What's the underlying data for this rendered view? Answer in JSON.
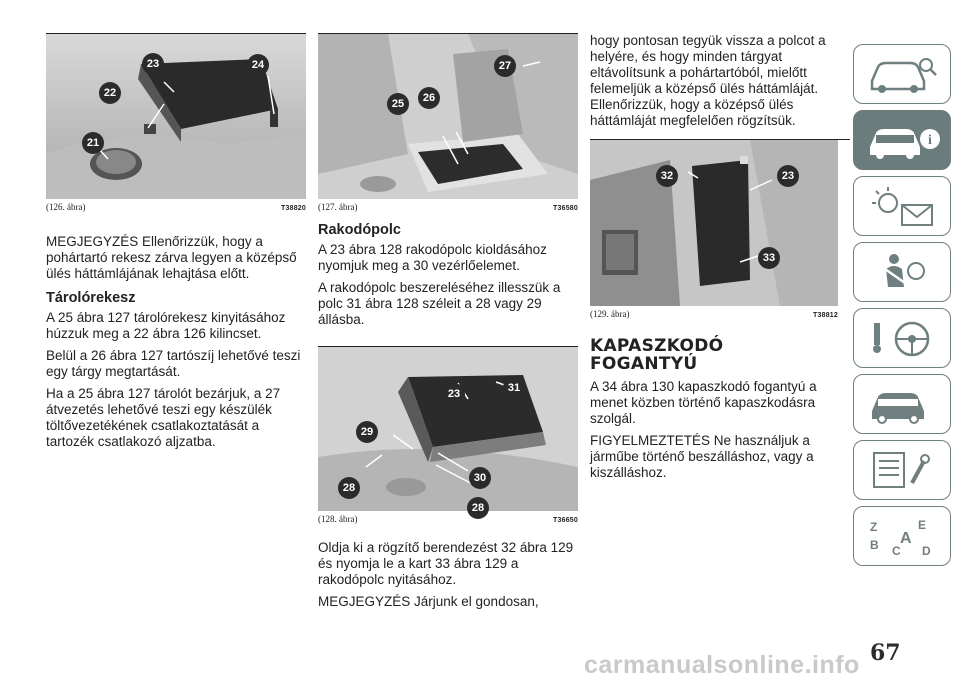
{
  "col1": {
    "fig126": {
      "caption": "(126. ábra)",
      "code": "T38820",
      "callouts": [
        "21",
        "22",
        "23",
        "24"
      ]
    },
    "note": "MEGJEGYZÉS Ellenőrizzük, hogy a pohártartó rekesz zárva legyen a középső ülés háttámlájának lehajtása előtt.",
    "heading": "Tárolórekesz",
    "p1": "A 25 ábra 127 tárolórekesz kinyitásához húzzuk meg a 22 ábra 126 kilincset.",
    "p2": "Belül a 26 ábra 127 tartószíj lehetővé teszi egy tárgy megtartását.",
    "p3": "Ha a 25 ábra 127 tárolót bezárjuk, a 27 átvezetés lehetővé teszi egy készülék töltővezetékének csatlakoztatását a tartozék csatlakozó aljzatba."
  },
  "col2": {
    "fig127": {
      "caption": "(127. ábra)",
      "code": "T36580",
      "callouts": [
        "25",
        "26",
        "27"
      ]
    },
    "heading": "Rakodópolc",
    "p1": "A 23 ábra 128 rakodópolc kioldásához nyomjuk meg a 30 vezérlőelemet.",
    "p2": "A rakodópolc beszereléséhez illesszük a polc 31 ábra 128 széleit a 28 vagy 29 állásba.",
    "fig128": {
      "caption": "(128. ábra)",
      "code": "T36650",
      "callouts": [
        "23",
        "31",
        "29",
        "30",
        "28",
        "28"
      ]
    },
    "p3": "Oldja ki a rögzítő berendezést 32 ábra 129 és nyomja le a kart 33 ábra 129 a rakodópolc nyitásához.",
    "p4": "MEGJEGYZÉS Járjunk el gondosan,"
  },
  "col3": {
    "p1": "hogy pontosan tegyük vissza a polcot a helyére, és hogy minden tárgyat eltávolítsunk a pohártartóból, mielőtt felemeljük a középső ülés háttámláját. Ellenőrizzük, hogy a középső ülés háttámláját megfelelően rögzítsük.",
    "fig129": {
      "caption": "(129. ábra)",
      "code": "T38812",
      "callouts": [
        "32",
        "23",
        "33"
      ]
    },
    "heading_line1": "KAPASZKODÓ",
    "heading_line2": "FOGANTYÚ",
    "p2": "A 34 ábra 130 kapaszkodó fogantyú a menet közben történő kapaszkodásra szolgál.",
    "p3": "FIGYELMEZTETÉS Ne használjuk a járműbe történő beszálláshoz, vagy a kiszálláshoz."
  },
  "sidebar": {
    "tabs": [
      "car-overview-icon",
      "car-info-icon",
      "warning-lights-icon",
      "airbag-safety-icon",
      "starting-driving-icon",
      "breakdown-icon",
      "maintenance-icon",
      "specifications-icon",
      "index-icon"
    ],
    "active": "car-info-icon",
    "accent": "#6b7c7c"
  },
  "page_number": "67",
  "watermark": "carmanualsonline.info"
}
